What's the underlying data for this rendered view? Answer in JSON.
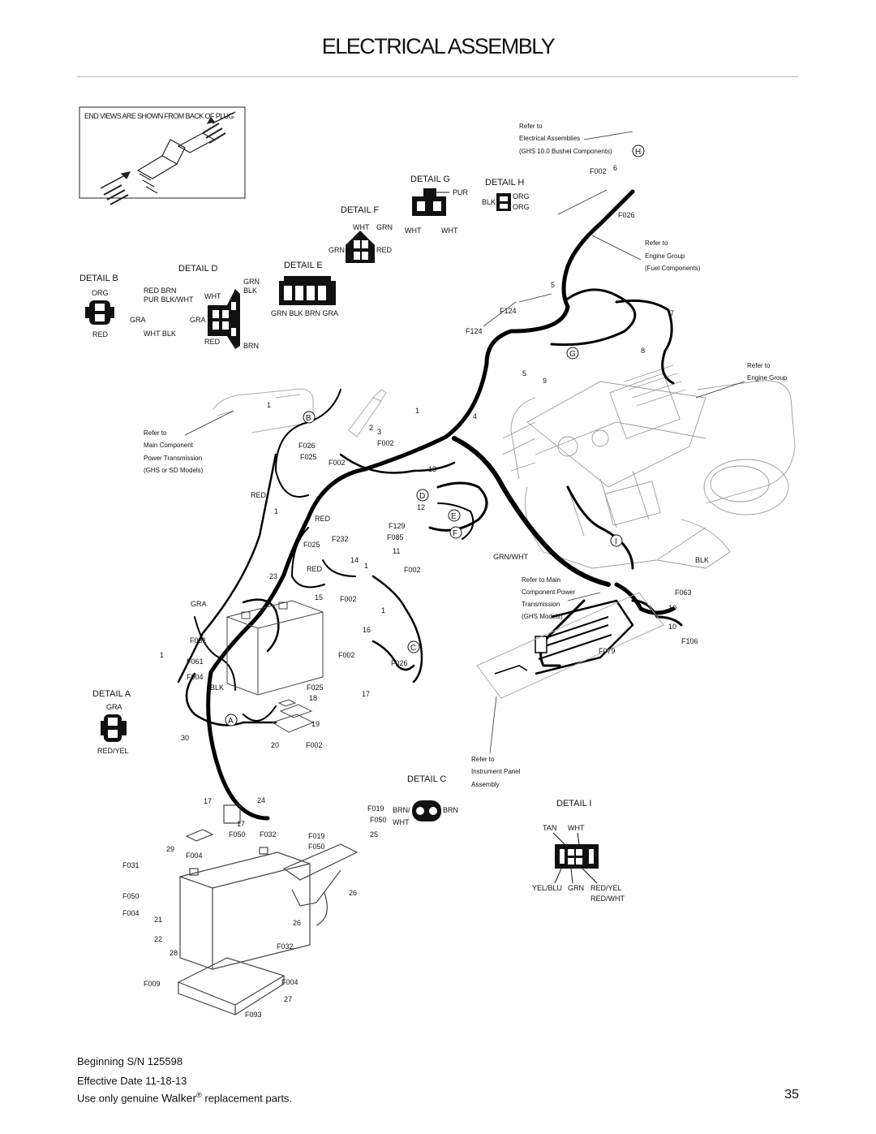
{
  "page": {
    "title": "ELECTRICAL ASSEMBLY",
    "page_number": "35"
  },
  "footer": {
    "serial": "Beginning S/N 125598",
    "effective_date": "Effective Date 11-18-13",
    "parts_note_pre": "Use only genuine ",
    "parts_note_brand": "Walker",
    "parts_note_reg": "®",
    "parts_note_post": " replacement parts."
  },
  "inset": {
    "caption": "END VIEWS ARE SHOWN FROM BACK OF PLUG"
  },
  "details": {
    "b": {
      "title": "DETAIL B",
      "top": "ORG",
      "bottom": "RED"
    },
    "d": {
      "title": "DETAIL D",
      "l1": "RED  BRN",
      "l2": "PUR  BLK/WHT",
      "wht": "WHT",
      "gra1": "GRA",
      "gra2": "GRA",
      "bot": "WHT  BLK",
      "red": "RED",
      "grn": "GRN",
      "blk": "BLK",
      "brn": "BRN"
    },
    "e": {
      "title": "DETAIL E",
      "bottom": "GRN  BLK  BRN  GRA"
    },
    "f": {
      "title": "DETAIL F",
      "wht": "WHT",
      "grn1": "GRN",
      "grn2": "GRN",
      "red": "RED"
    },
    "g": {
      "title": "DETAIL G",
      "pur": "PUR",
      "wht1": "WHT",
      "wht2": "WHT"
    },
    "h": {
      "title": "DETAIL H",
      "blk": "BLK",
      "org1": "ORG",
      "org2": "ORG"
    },
    "a": {
      "title": "DETAIL A",
      "top": "GRA",
      "bottom": "RED/YEL"
    },
    "c": {
      "title": "DETAIL C",
      "brn1": "BRN/",
      "wht": "WHT",
      "brn2": "BRN"
    },
    "i": {
      "title": "DETAIL I",
      "tan": "TAN",
      "wht": "WHT",
      "yelblu": "YEL/BLU",
      "grn": "GRN",
      "redyel": "RED/YEL",
      "redwht": "RED/WHT"
    }
  },
  "notes": {
    "elec_assemblies": [
      "Refer to",
      "Electrical Assemblies",
      "(GHS 10.0 Bushel Components)"
    ],
    "engine_fuel": [
      "Refer to",
      "Engine Group",
      "(Fuel Components)"
    ],
    "engine_group": [
      "Refer to",
      "Engine Group"
    ],
    "main_component": [
      "Refer to",
      "Main Component",
      "Power Transmission",
      "(GHS or SD Models)"
    ],
    "main_component_power": [
      "Refer to Main",
      "Component Power",
      "Transmission",
      "(GHS Models)"
    ],
    "instrument_panel": [
      "Refer to",
      "Instrument Panel",
      "Assembly"
    ]
  },
  "callouts": {
    "H": "H",
    "G": "G",
    "B": "B",
    "D": "D",
    "E": "E",
    "F": "F",
    "C": "C",
    "A": "A",
    "I": "I"
  },
  "labels": {
    "f002_top": "F002",
    "n6": "6",
    "f026_top": "F026",
    "n5a": "5",
    "f124a": "F124",
    "f124b": "F124",
    "n7": "7",
    "n8": "8",
    "n5b": "5",
    "n9": "9",
    "n1a": "1",
    "n2": "2",
    "n3": "3",
    "f002b": "F002",
    "f026b": "F026",
    "f025a": "F025",
    "f002c": "F002",
    "n1b": "1",
    "n4": "4",
    "n13": "13",
    "red1": "RED",
    "n1c": "1",
    "red2": "RED",
    "n12": "12",
    "f129": "F129",
    "f085": "F085",
    "n11": "11",
    "f025b": "F025",
    "f232": "F232",
    "n14": "14",
    "red3": "RED",
    "n1d": "1",
    "f002d": "F002",
    "grnwht": "GRN/WHT",
    "blk1": "BLK",
    "n23": "23",
    "n15": "15",
    "f002e": "F002",
    "gra": "GRA",
    "n1e": "1",
    "n16": "16",
    "f031a": "F031",
    "n1f": "1",
    "f061": "F061",
    "f004a": "F004",
    "blk2": "BLK",
    "f002f": "F002",
    "f026c": "F026",
    "f025c": "F025",
    "n18": "18",
    "n17a": "17",
    "n19": "19",
    "n30": "30",
    "n20": "20",
    "f002g": "F002",
    "f063": "F063",
    "n10a": "10",
    "n10b": "10",
    "f106": "F106",
    "f079": "F079",
    "n17b": "17",
    "n24": "24",
    "n17c": "17",
    "f050a": "F050",
    "f032a": "F032",
    "f019a": "F019",
    "f050b": "F050",
    "f019b": "F019",
    "f050c": "F050",
    "n25": "25",
    "n29": "29",
    "f004b": "F004",
    "f031b": "F031",
    "f050d": "F050",
    "f004c": "F004",
    "n21": "21",
    "n22": "22",
    "n28": "28",
    "n26a": "26",
    "n26b": "26",
    "f032b": "F032",
    "f009": "F009",
    "f004d": "F004",
    "n27": "27",
    "f093": "F093"
  }
}
